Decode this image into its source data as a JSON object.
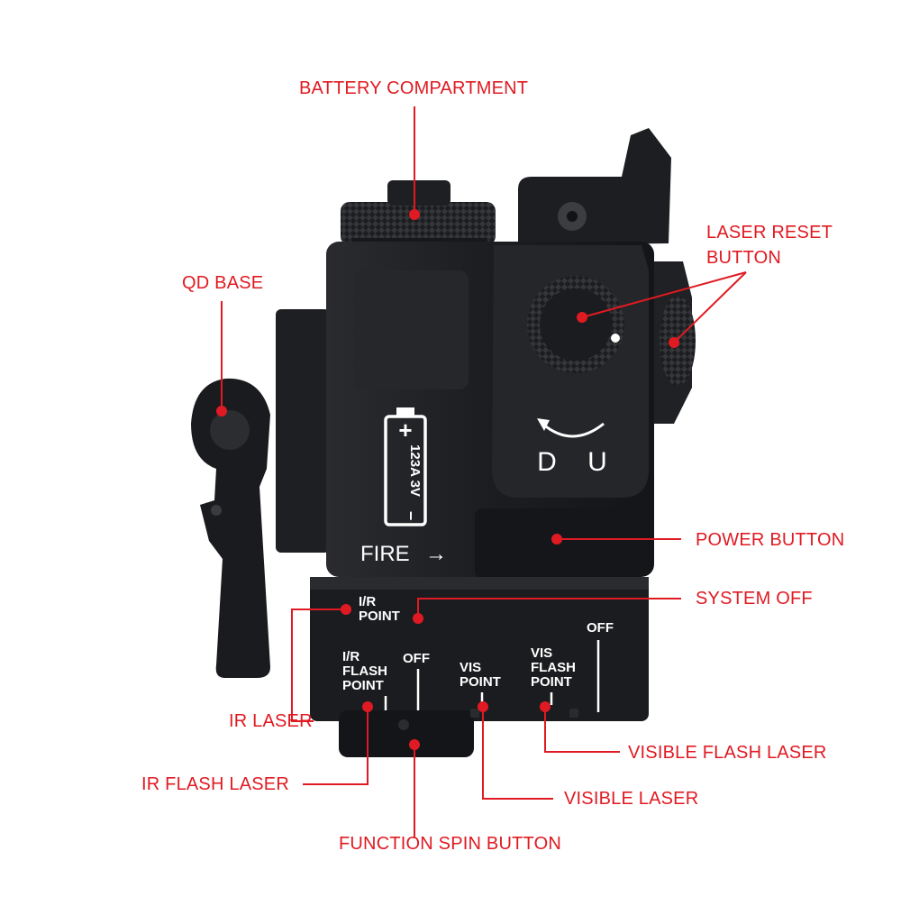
{
  "device": {
    "battery_label": "123A 3V",
    "battery_plus": "+",
    "battery_minus": "−",
    "fire_label": "FIRE",
    "fire_arrow": "→",
    "dial_down": "D",
    "dial_up": "U",
    "switch_labels": {
      "ir_point_line1": "I/R",
      "ir_point_line2": "POINT",
      "off_left": "OFF",
      "ir_flash_line1": "I/R",
      "ir_flash_line2": "FLASH",
      "ir_flash_line3": "POINT",
      "vis_point_line1": "VIS",
      "vis_point_line2": "POINT",
      "vis_flash_line1": "VIS",
      "vis_flash_line2": "FLASH",
      "vis_flash_line3": "POINT",
      "off_right": "OFF"
    }
  },
  "callouts": {
    "battery_compartment": "BATTERY COMPARTMENT",
    "qd_base": "QD BASE",
    "laser_reset_line1": "LASER RESET",
    "laser_reset_line2": "BUTTON",
    "power_button": "POWER BUTTON",
    "system_off": "SYSTEM OFF",
    "ir_laser": "IR LASER",
    "ir_flash_laser": "IR FLASH LASER",
    "function_spin_button": "FUNCTION SPIN BUTTON",
    "visible_laser": "VISIBLE LASER",
    "visible_flash_laser": "VISIBLE FLASH LASER"
  },
  "colors": {
    "callout": "#e01a22",
    "body": "#1a1b1e",
    "label_white": "#ffffff"
  }
}
